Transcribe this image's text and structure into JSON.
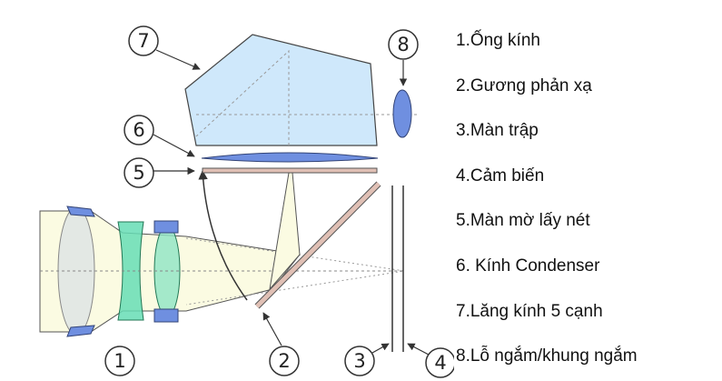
{
  "diagram": {
    "markers": [
      "1",
      "2",
      "3",
      "4",
      "5",
      "6",
      "7",
      "8"
    ],
    "colors": {
      "prism": "#cfe8fb",
      "lens_blue": "#6f8fe0",
      "lens_green": "#66ddb5",
      "mirror": "#e0c0b5",
      "light_beam": "#fbfbe2",
      "outline": "#444444"
    }
  },
  "legend": {
    "items": [
      "1.Ống kính",
      "2.Gương phản xạ",
      "3.Màn trập",
      "4.Cảm biến",
      "5.Màn mờ lấy nét",
      "6. Kính Condenser",
      "7.Lăng kính 5 cạnh",
      "8.Lỗ ngắm/khung ngắm"
    ]
  }
}
